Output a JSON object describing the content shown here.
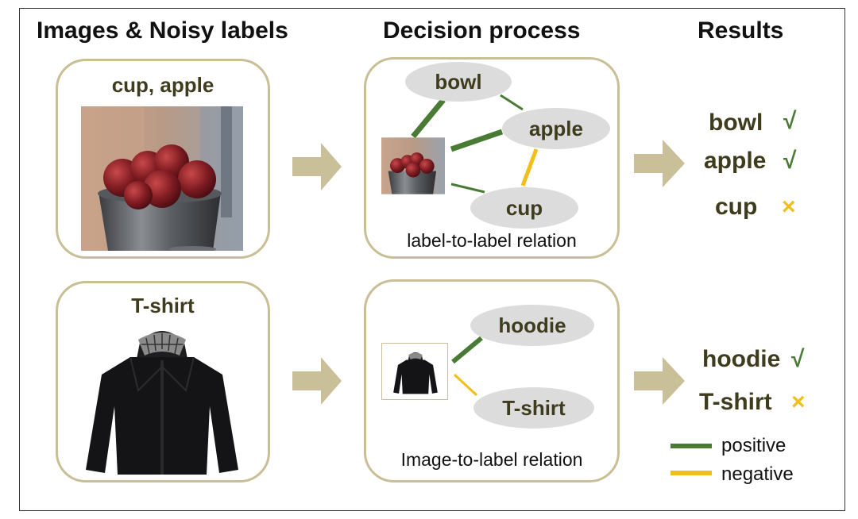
{
  "column_titles": {
    "images": "Images & Noisy labels",
    "decision": "Decision process",
    "results": "Results"
  },
  "rows": [
    {
      "noisy_label": "cup, apple",
      "image_icon": "apple-bucket-photo",
      "nodes": [
        "bowl",
        "apple",
        "cup"
      ],
      "relation_caption": "label-to-label relation",
      "results": [
        {
          "label": "bowl",
          "mark": "√"
        },
        {
          "label": "apple",
          "mark": "√"
        },
        {
          "label": "cup",
          "mark": "×"
        }
      ]
    },
    {
      "noisy_label": "T-shirt",
      "image_icon": "black-hoodie-photo",
      "nodes": [
        "hoodie",
        "T-shirt"
      ],
      "relation_caption": "Image-to-label relation",
      "results": [
        {
          "label": "hoodie",
          "mark": "√"
        },
        {
          "label": "T-shirt",
          "mark": "×"
        }
      ]
    }
  ],
  "legend": {
    "positive": "positive",
    "negative": "negative"
  },
  "colors": {
    "positive": "#4a7b34",
    "negative": "#f2bf1a",
    "panel_border": "#c9bf96",
    "arrow": "#c9c09a",
    "node_fill": "#dcdcdc"
  }
}
